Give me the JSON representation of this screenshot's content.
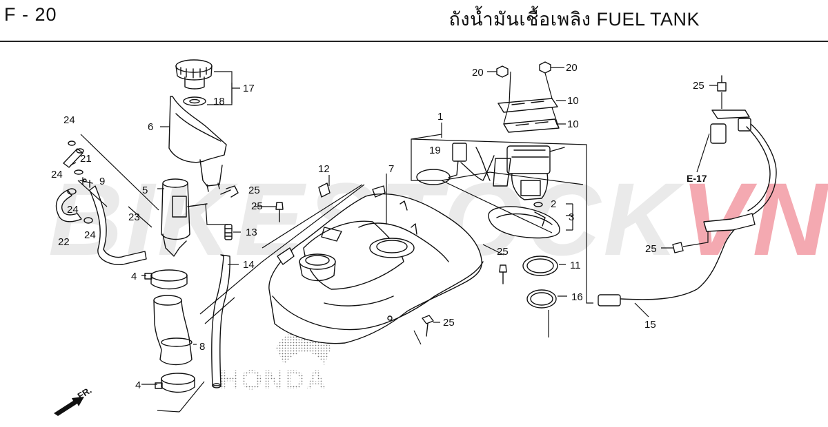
{
  "header": {
    "page_code": "F - 20",
    "title": "ถังน้ำมันเชื้อเพลิง  FUEL TANK"
  },
  "watermark": {
    "main": "BIKESTOCK",
    "accent": "VN"
  },
  "brand_mark": "HONDA",
  "cross_reference": "E-17",
  "front_indicator": "FR.",
  "callouts": {
    "c1": "1",
    "c2": "2",
    "c3": "3",
    "c4a": "4",
    "c4b": "4",
    "c5": "5",
    "c6": "6",
    "c7": "7",
    "c8": "8",
    "c9": "9",
    "c10a": "10",
    "c10b": "10",
    "c11": "11",
    "c12": "12",
    "c13": "13",
    "c14": "14",
    "c15": "15",
    "c16": "16",
    "c17": "17",
    "c18": "18",
    "c19": "19",
    "c20a": "20",
    "c20b": "20",
    "c21": "21",
    "c22": "22",
    "c23": "23",
    "c24a": "24",
    "c24b": "24",
    "c24c": "24",
    "c24d": "24",
    "c25a": "25",
    "c25b": "25",
    "c25c": "25",
    "c25d": "25",
    "c25e": "25",
    "c25f": "25"
  }
}
